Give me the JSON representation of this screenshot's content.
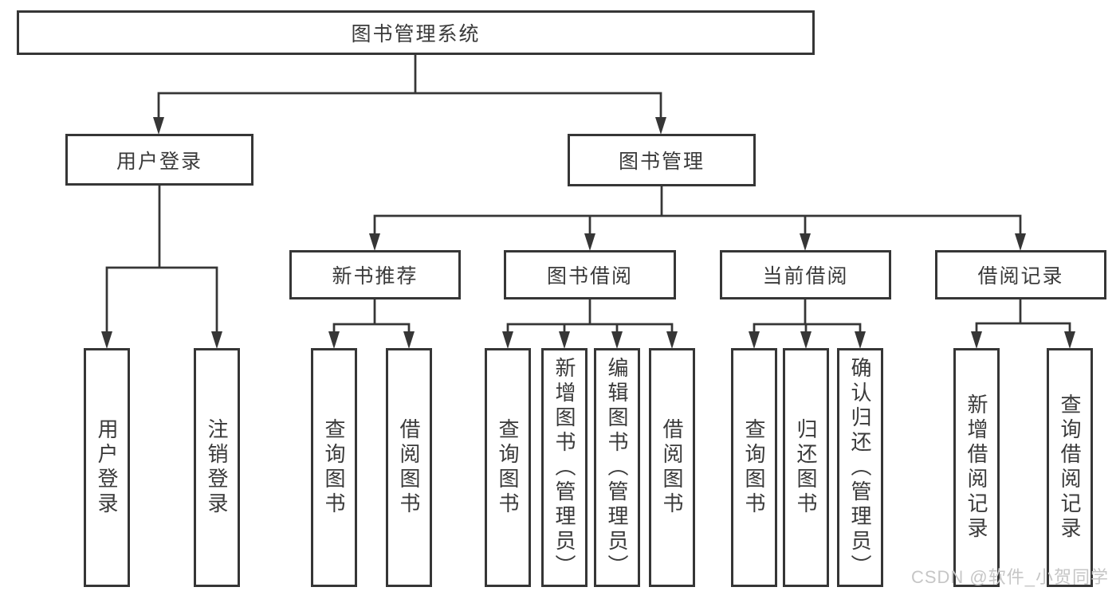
{
  "diagram": {
    "nodes": {
      "root": "图书管理系统",
      "level2": [
        "用户登录",
        "图书管理"
      ],
      "level3": [
        "新书推荐",
        "图书借阅",
        "当前借阅",
        "借阅记录"
      ],
      "leaves_login": [
        "用户登录",
        "注销登录"
      ],
      "leaves_recommend": [
        "查询图书",
        "借阅图书"
      ],
      "leaves_borrow": [
        "查询图书",
        "新增图书（管理员）",
        "编辑图书（管理员）",
        "借阅图书"
      ],
      "leaves_current": [
        "查询图书",
        "归还图书",
        "确认归还（管理员）"
      ],
      "leaves_records": [
        "新增借阅记录",
        "查询借阅记录"
      ]
    },
    "watermark": "CSDN @软件_小贺同学",
    "colors": {
      "line": "#363636",
      "text": "#3a3a3a",
      "watermark": "#c6c6c6",
      "background": "#ffffff"
    }
  }
}
